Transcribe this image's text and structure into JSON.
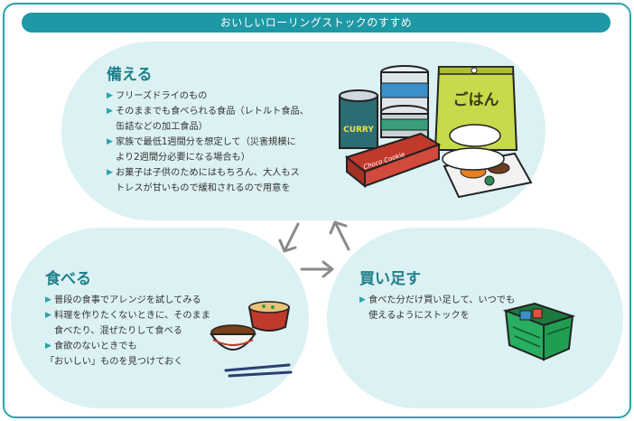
{
  "header": {
    "title": "おいしいローリングストックのすすめ"
  },
  "sections": {
    "prepare": {
      "title": "備える",
      "items": [
        "フリーズドライのもの",
        "そのままでも食べられる食品（レトルト食品、",
        "缶詰などの加工食品）",
        "家族で最低1週間分を想定して（災害規模に",
        "より2週間分必要になる場合も）",
        "お菓子は子供のためにはもちろん、大人もス",
        "トレスが甘いもので緩和されるので用意を"
      ]
    },
    "eat": {
      "title": "食べる",
      "items": [
        "普段の食事でアレンジを試してみる",
        "料理を作りたくないときに、そのまま",
        "食べたり、混ぜたりして食べる",
        "食欲のないときでも",
        "「おいしい」ものを見つけておく"
      ]
    },
    "restock": {
      "title": "買い足す",
      "items": [
        "食べた分だけ買い足して、いつでも",
        "使えるようにストックを"
      ]
    }
  },
  "illustration_labels": {
    "rice_pack": "ごはん",
    "curry_can": "CURRY",
    "cookie_box": "Choco Cookie"
  },
  "colors": {
    "accent": "#1e98a4",
    "blob": "#dcf1f3",
    "title": "#1f7f8a",
    "arrow": "#8a8a8a"
  }
}
